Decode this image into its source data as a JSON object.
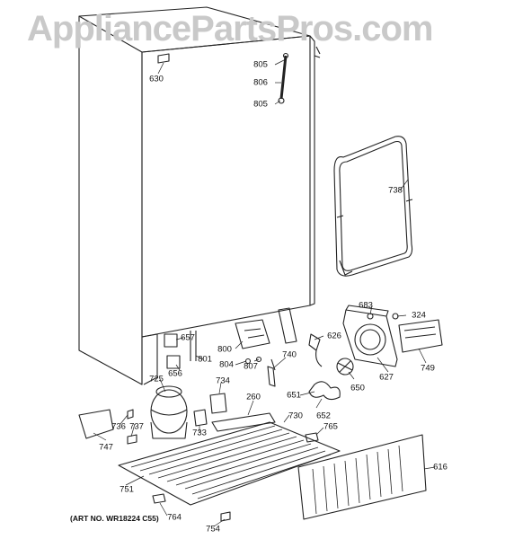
{
  "watermark": "AppliancePartsPros.com",
  "art_number": "(ART NO. WR18224 C55)",
  "callouts": {
    "p630": "630",
    "p805a": "805",
    "p806": "806",
    "p805b": "805",
    "p738": "738",
    "p683": "683",
    "p324": "324",
    "p626": "626",
    "p627": "627",
    "p749": "749",
    "p657": "657",
    "p656": "656",
    "p801": "801",
    "p800": "800",
    "p804": "804",
    "p807": "807",
    "p740": "740",
    "p650": "650",
    "p725": "725",
    "p734": "734",
    "p260": "260",
    "p651": "651",
    "p652": "652",
    "p736": "736",
    "p737": "737",
    "p733": "733",
    "p730": "730",
    "p765": "765",
    "p747": "747",
    "p616": "616",
    "p751": "751",
    "p764": "764",
    "p754": "754"
  },
  "colors": {
    "line": "#222222",
    "watermark": "#c9c9c9"
  }
}
